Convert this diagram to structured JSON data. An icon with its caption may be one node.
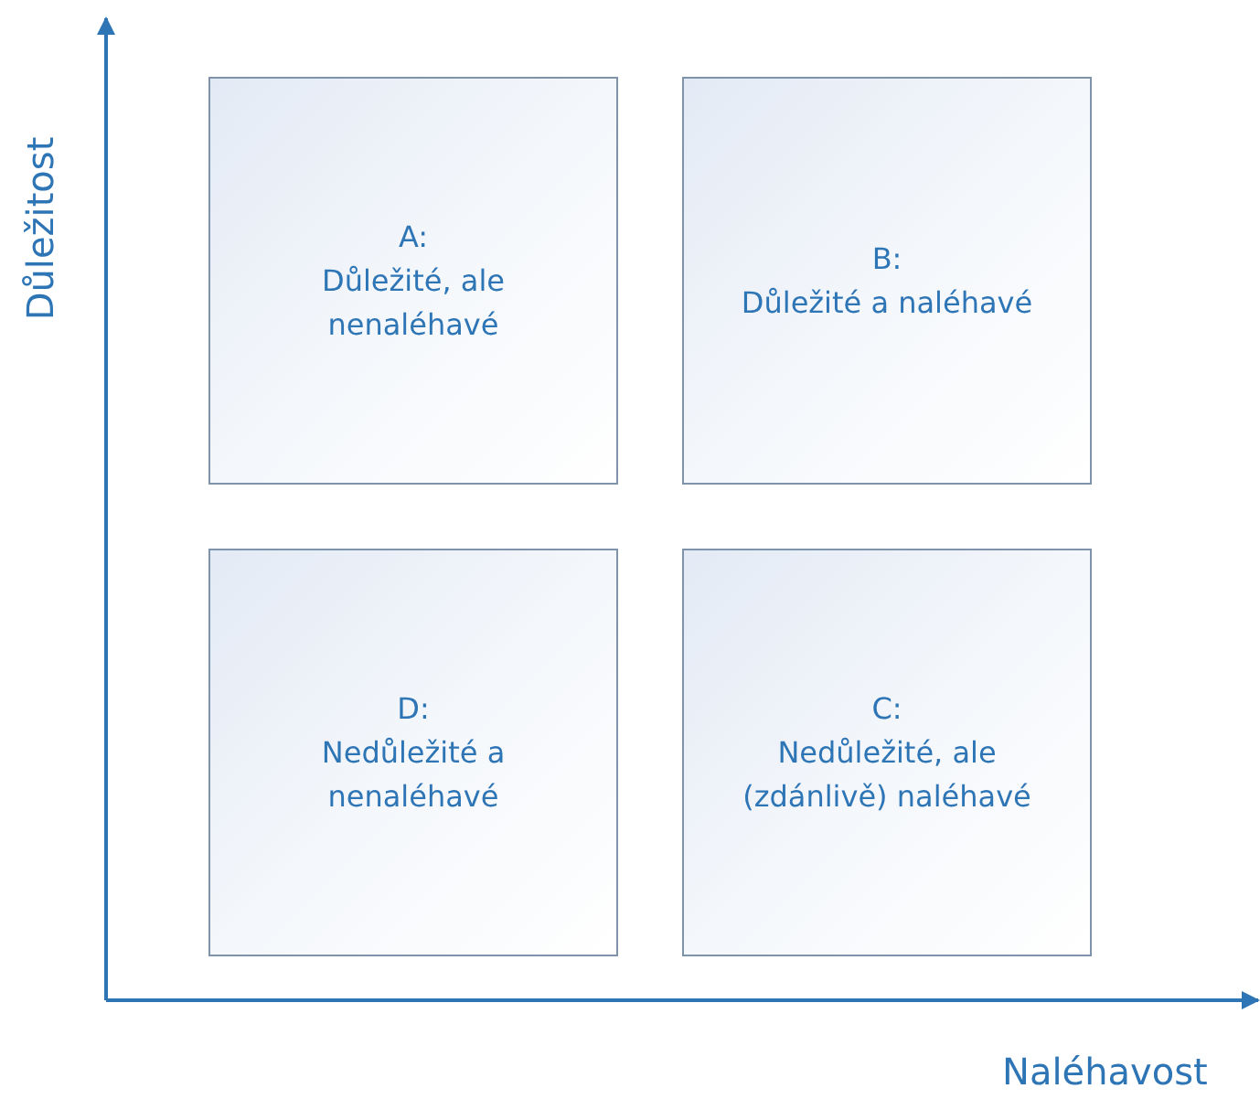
{
  "diagram": {
    "nodes": [
      {
        "text": [
          "A:",
          "Důležité, ale nenaléhavé"
        ]
      },
      {
        "text": [
          "B:",
          "Důležité a naléhavé"
        ]
      },
      {
        "text": [
          "D:",
          "Nedůležité a nenaléhavé"
        ]
      },
      {
        "text": [
          "C:",
          "Nedůležité, ale (zdánlivě) naléhavé"
        ]
      }
    ],
    "labels": [
      "Důležitost",
      "Naléhavost"
    ]
  }
}
